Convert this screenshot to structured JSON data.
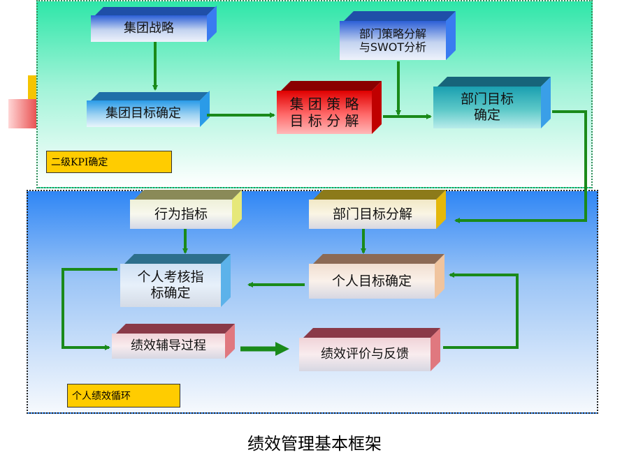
{
  "boxes": {
    "group_strategy": "集团战略",
    "dept_strategy_decomp": "部门策略分解\n与SWOT分析",
    "group_goal": "集团目标确定",
    "group_strategy_goal_decomp": "集 团 策 略\n目 标 分 解",
    "dept_goal": "部门目标\n确定",
    "behavior_indicator": "行为指标",
    "dept_goal_decomp": "部门目标分解",
    "personal_assessment": "个人考核指\n标确定",
    "personal_goal": "个人目标确定",
    "coaching": "绩效辅导过程",
    "evaluation_feedback": "绩效评价与反馈"
  },
  "tags": {
    "kpi": "二级KPI确定",
    "cycle": "个人绩效循环"
  },
  "caption": "绩效管理基本框架",
  "colors": {
    "arrow": "#1a8a1a",
    "tag": "#ffcc00"
  }
}
